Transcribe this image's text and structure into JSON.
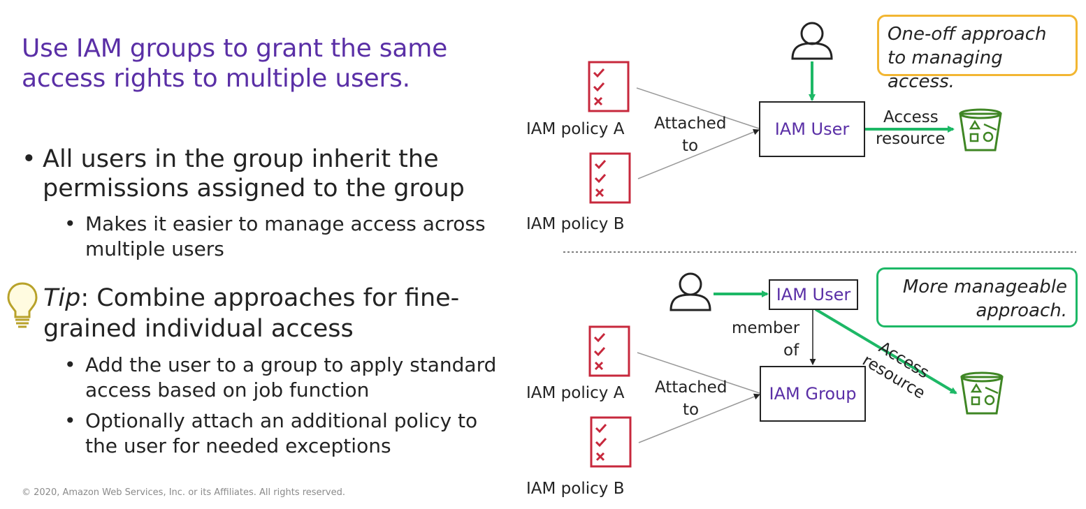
{
  "title": "Use IAM groups to grant the same access rights to multiple users.",
  "bullets": {
    "b1": "All users in the group inherit the permissions assigned to the group",
    "b1_sub": "Makes it easier to manage access across multiple users",
    "tip_label": "Tip",
    "tip_rest": ": Combine approaches for fine-grained individual access",
    "tip_sub1": "Add the user to a group to apply standard access based on job function",
    "tip_sub2": "Optionally attach an additional policy to the user for needed exceptions"
  },
  "footer": "© 2020, Amazon Web Services, Inc. or its Affiliates. All rights reserved.",
  "top_diagram": {
    "policy_a": "IAM policy A",
    "policy_b": "IAM policy B",
    "attached": "Attached",
    "to": "to",
    "user_box": "IAM User",
    "access": "Access",
    "resource": "resource",
    "callout": "One-off approach to managing access."
  },
  "bottom_diagram": {
    "policy_a": "IAM policy A",
    "policy_b": "IAM policy B",
    "attached": "Attached",
    "to": "to",
    "user_box": "IAM User",
    "group_box": "IAM Group",
    "member": "member",
    "of": "of",
    "access_resource": "Access resource",
    "callout": "More manageable approach."
  },
  "colors": {
    "title": "#5a2fa6",
    "policy_red": "#c7283c",
    "arrow_green": "#1db866",
    "bucket_green": "#3f8624",
    "callout_yellow": "#f2b632",
    "callout_green": "#1db866"
  }
}
